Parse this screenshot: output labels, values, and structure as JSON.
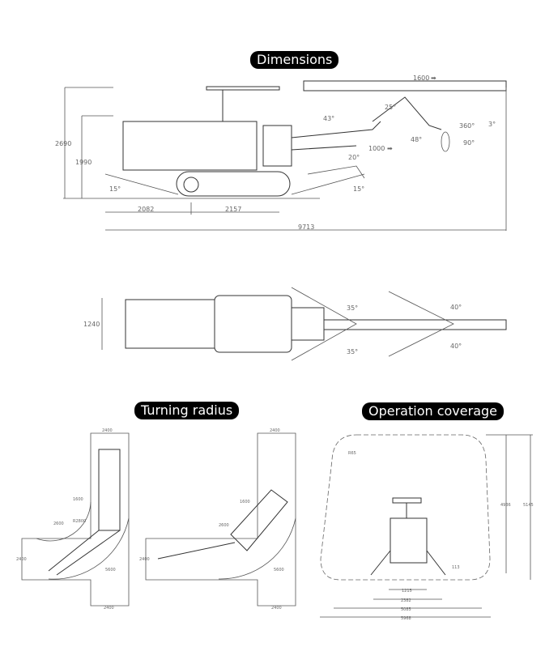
{
  "titles": {
    "dimensions": "Dimensions",
    "turning": "Turning radius",
    "coverage": "Operation coverage"
  },
  "side_view": {
    "height_total": "2690",
    "height_cab": "1990",
    "angle_rear": "15°",
    "angle_front": "15°",
    "len_rear": "2082",
    "len_track": "2157",
    "len_total": "9713",
    "boom_ext": "1600",
    "boom_slide": "1000",
    "a43": "43°",
    "a25": "25°",
    "a20": "20°",
    "a48": "48°",
    "a360": "360°",
    "a3": "3°",
    "a90": "90°"
  },
  "top_view": {
    "width": "1240",
    "a35_up": "35°",
    "a35_down": "35°",
    "a40_up": "40°",
    "a40_down": "40°"
  },
  "turning": {
    "left": {
      "top": "2400",
      "step": "1600",
      "depth": "2600",
      "radius_in": "R2800",
      "side": "2400",
      "radius_out": "5600",
      "bottom": "2400"
    },
    "right": {
      "top": "2400",
      "step": "1600",
      "depth": "2600",
      "side": "2400",
      "radius_out": "5600",
      "bottom": "2400"
    }
  },
  "coverage": {
    "radius": "R65",
    "h_inner": "4936",
    "h_outer": "5145",
    "offset": "113",
    "w1": "1215",
    "w2": "2382",
    "w3": "5085",
    "w4": "5968"
  }
}
